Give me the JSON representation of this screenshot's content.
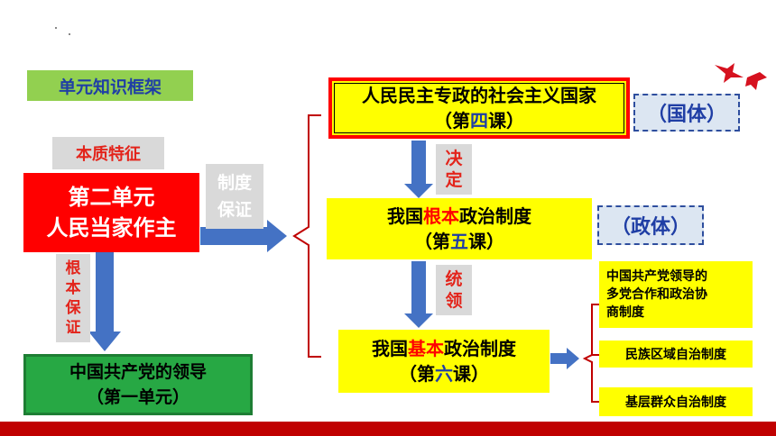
{
  "header": {
    "framework_title": "单元知识框架"
  },
  "left": {
    "essence_label": "本质特征",
    "unit_two_line1": "第二单元",
    "unit_two_line2": "人民当家作主",
    "system_guarantee_line1": "制度",
    "system_guarantee_line2": "保证",
    "root_guarantee": [
      "根",
      "本",
      "保",
      "证"
    ],
    "party_line1": "中国共产党的领导",
    "party_line2": "（第一单元）"
  },
  "center": {
    "socialist_line1": "人民民主专政的社会主义国家",
    "socialist_prefix": "（第",
    "socialist_num": "四",
    "socialist_suffix": "课）",
    "decide_label": [
      "决",
      "定"
    ],
    "fundamental_pre": "我国",
    "fundamental_hl": "根本",
    "fundamental_post": "政治制度",
    "fundamental_prefix": "（第",
    "fundamental_num": "五",
    "fundamental_suffix": "课）",
    "lead_label": [
      "统",
      "领"
    ],
    "basic_pre": "我国",
    "basic_hl": "基本",
    "basic_post": "政治制度",
    "basic_prefix": "（第",
    "basic_num": "六",
    "basic_suffix": "课）"
  },
  "right": {
    "state_system": "（国体）",
    "government_form": "（政体）",
    "multiparty_line1": "中国共产党领导的",
    "multiparty_line2": "多党合作和政治协",
    "multiparty_line3": "商制度",
    "ethnic_autonomy": "民族区域自治制度",
    "community_self_gov": "基层群众自治制度"
  },
  "colors": {
    "accent_red": "#FF0000",
    "highlight_yellow": "#FFFF00",
    "arrow_blue": "#4472C4",
    "green": "#27A844",
    "title_blue": "#1F3EA5",
    "bracket_red": "#C00000"
  },
  "icons": [
    "doves-icon",
    "right-arrow-icon",
    "down-arrow-icon"
  ]
}
